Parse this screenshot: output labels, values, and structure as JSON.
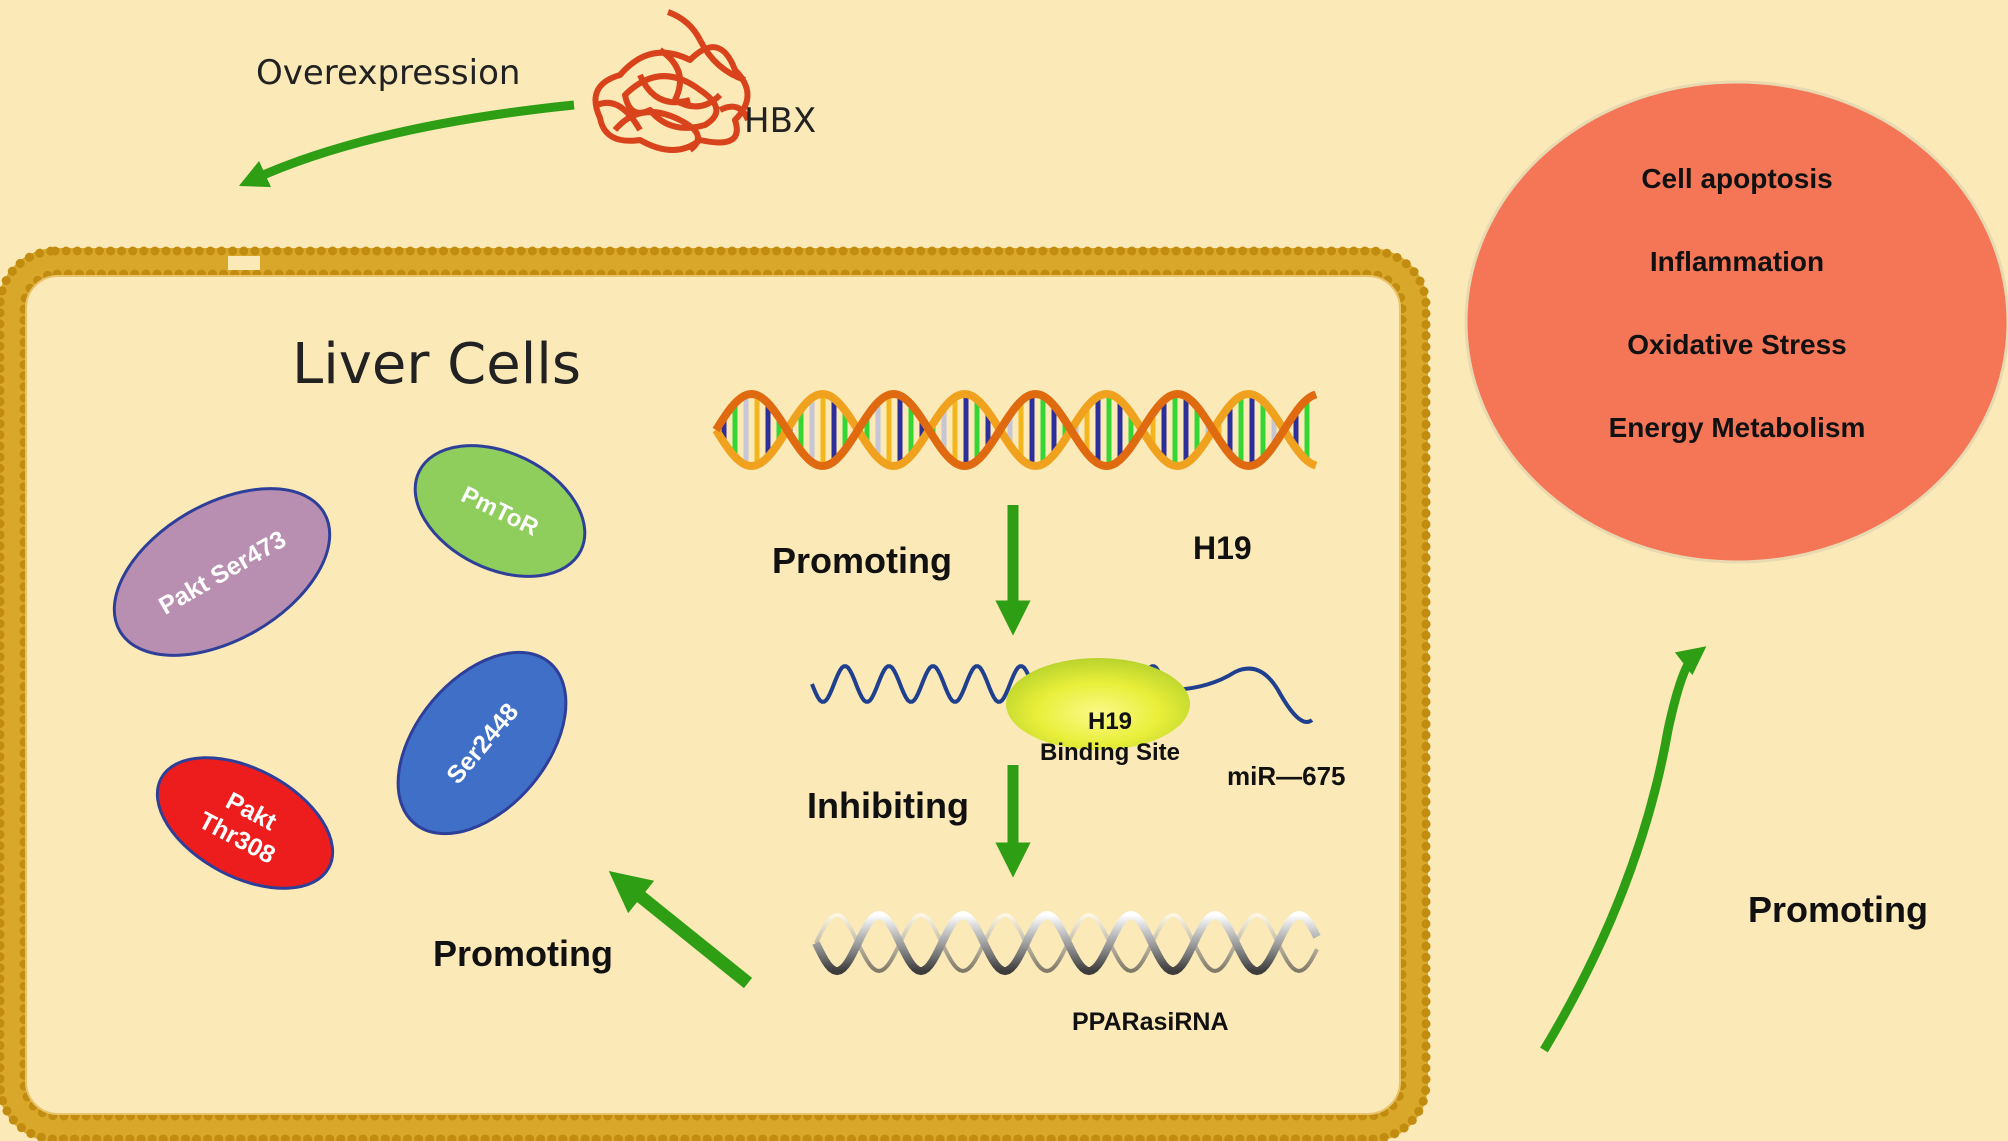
{
  "labels": {
    "overexpression": "Overexpression",
    "hbx": "HBX",
    "liver_cells": "Liver Cells",
    "h19": "H19",
    "promoting_top": "Promoting",
    "h19_binding_1": "H19",
    "h19_binding_2": "Binding Site",
    "mir": "miR—675",
    "inhibiting": "Inhibiting",
    "ppar": "PPARasiRNA",
    "promoting_left": "Promoting",
    "promoting_right": "Promoting"
  },
  "proteins": {
    "pakt_ser473": "Pakt Ser473",
    "pmtor": "PmToR",
    "ser2448": "Ser2448",
    "pakt_thr308_1": "Pakt",
    "pakt_thr308_2": "Thr308"
  },
  "outcomes": {
    "items": [
      "Cell apoptosis",
      "Inflammation",
      "Oxidative Stress",
      "Energy Metabolism"
    ]
  },
  "colors": {
    "background": "#fbe9b7",
    "arrow_green": "#2e9e14",
    "outcome_circle": "#f47657",
    "pakt_ser473": "#b88fb0",
    "pmtor": "#8fce5c",
    "ser2448": "#3f6fc6",
    "pakt_thr308": "#ee1d1d",
    "hbx": "#d8431c",
    "membrane": "#cf9a14"
  }
}
